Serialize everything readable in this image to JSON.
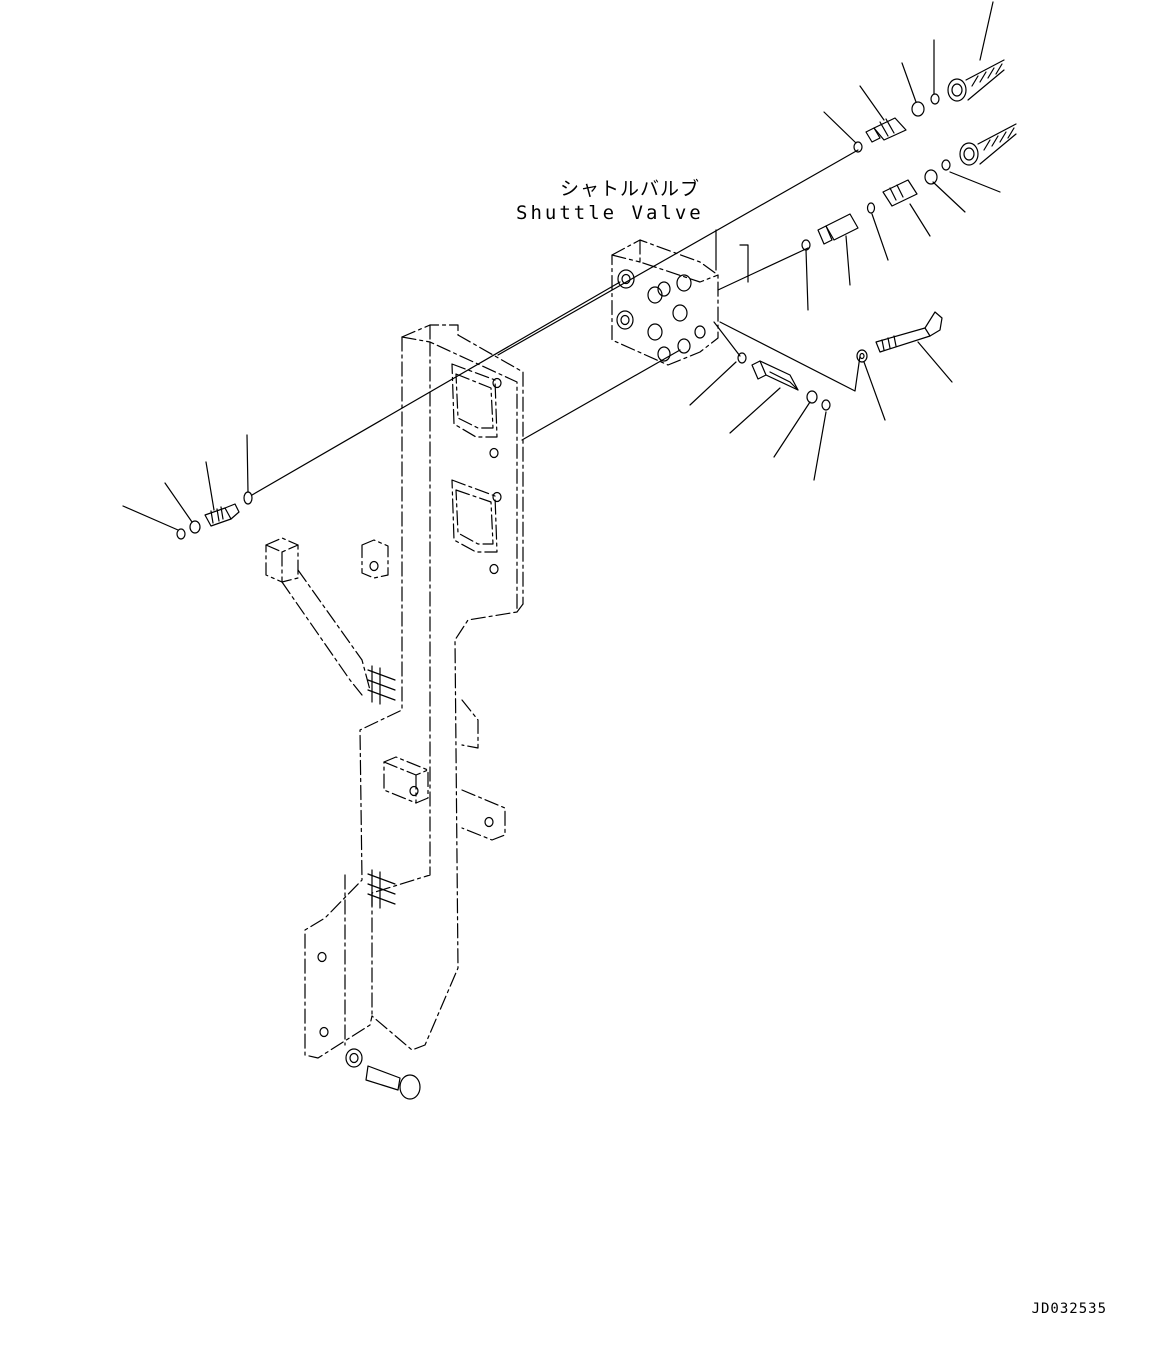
{
  "labels": {
    "title_jp": "シャトルバルブ",
    "title_en": "Shuttle Valve"
  },
  "drawing_id": "JD032535",
  "colors": {
    "line": "#000000",
    "background": "#ffffff"
  }
}
